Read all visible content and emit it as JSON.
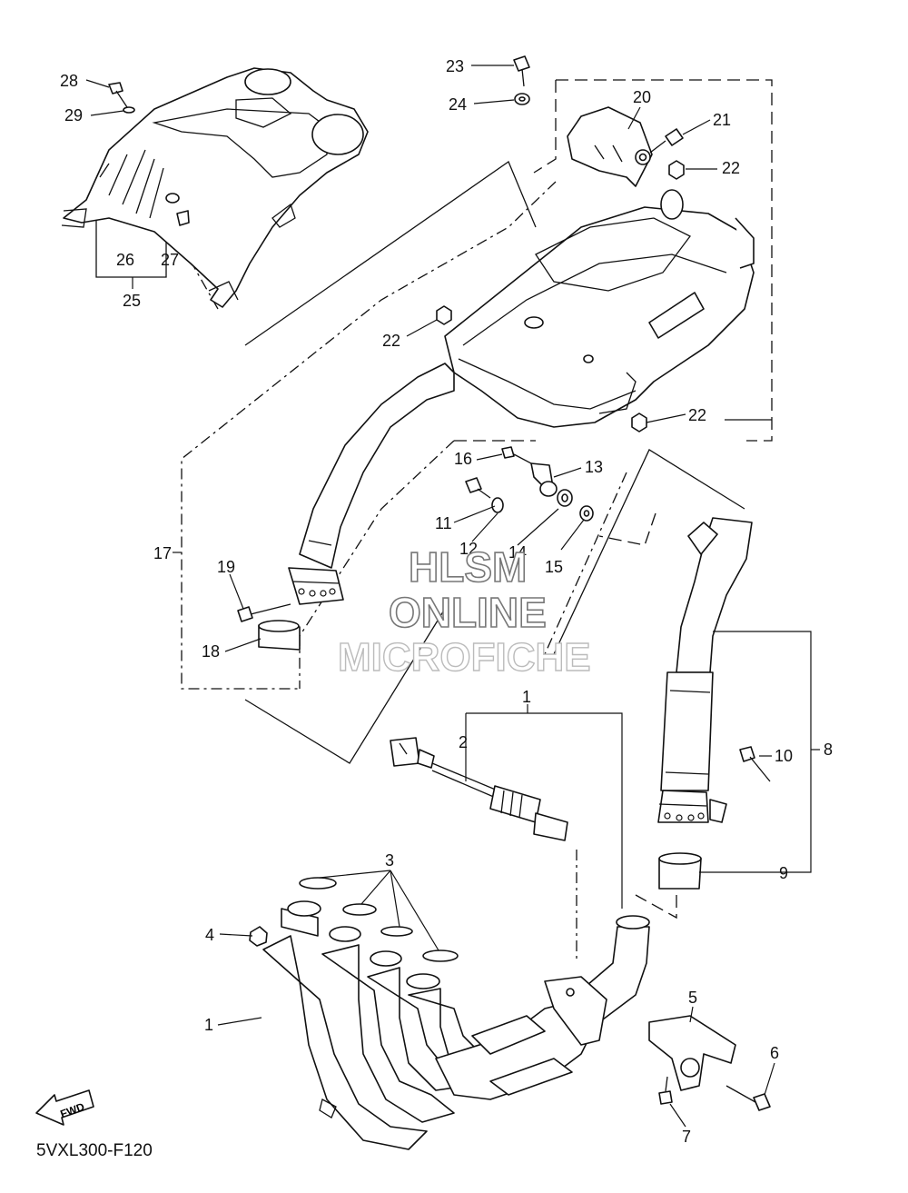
{
  "diagram": {
    "reference_code": "5VXL300-F120",
    "direction_arrow": "FWD",
    "watermark": {
      "line1": "HLSM",
      "line2": "ONLINE",
      "line3": "MICROFICHE"
    },
    "callouts": {
      "c1a": "1",
      "c1b": "1",
      "c2": "2",
      "c3": "3",
      "c4": "4",
      "c5": "5",
      "c6": "6",
      "c7": "7",
      "c8": "8",
      "c9": "9",
      "c10": "10",
      "c11": "11",
      "c12": "12",
      "c13": "13",
      "c14": "14",
      "c15": "15",
      "c16": "16",
      "c17": "17",
      "c18": "18",
      "c19": "19",
      "c20": "20",
      "c21": "21",
      "c22a": "22",
      "c22b": "22",
      "c22c": "22",
      "c23": "23",
      "c24": "24",
      "c25": "25",
      "c26": "26",
      "c27": "27",
      "c28": "28",
      "c29": "29"
    }
  }
}
